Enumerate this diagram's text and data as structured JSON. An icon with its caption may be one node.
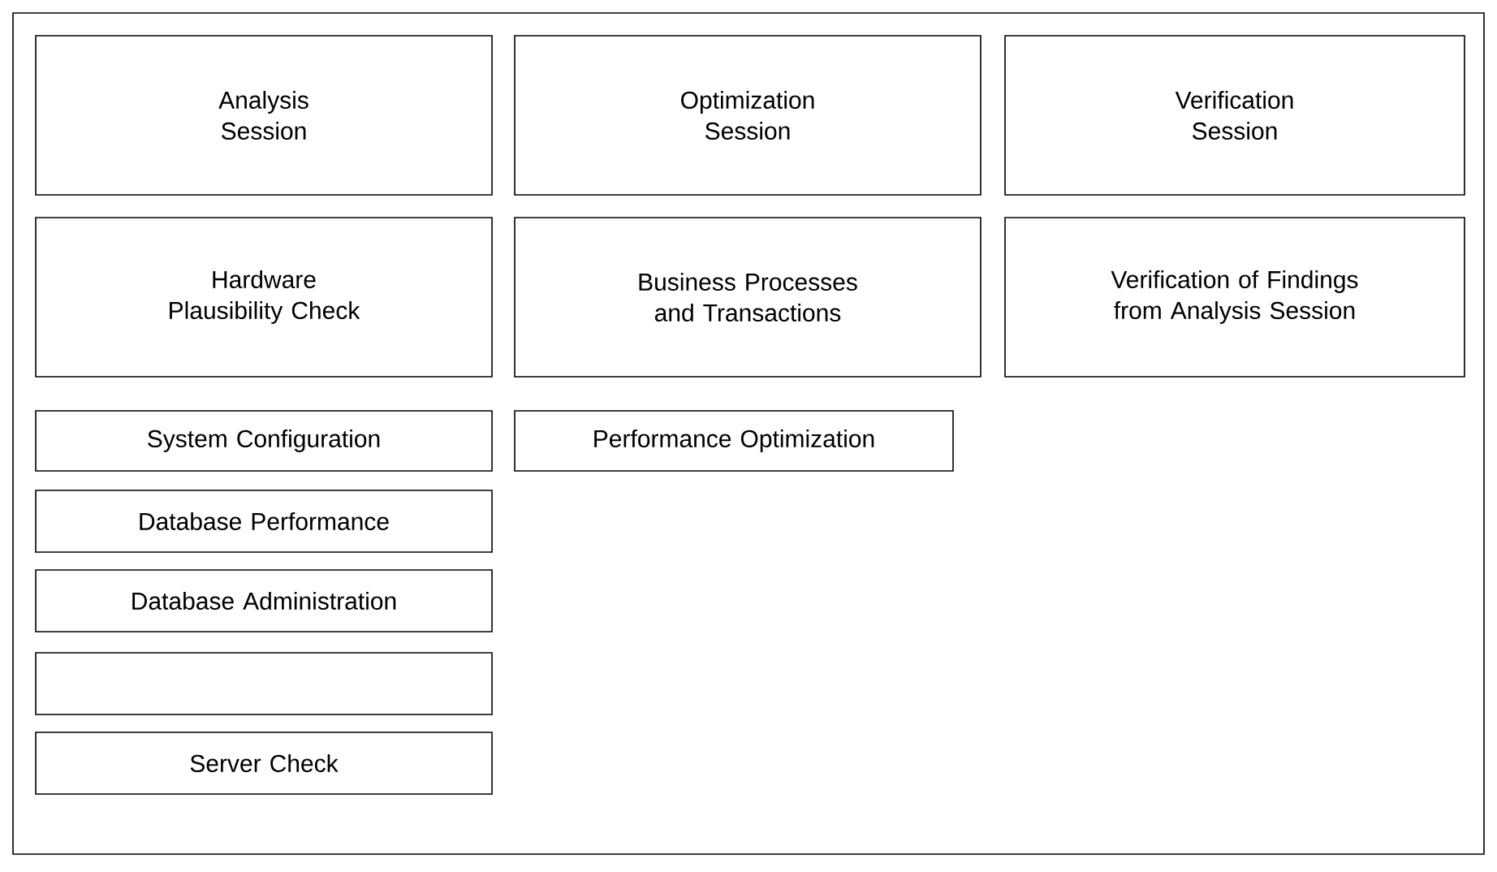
{
  "diagram": {
    "nodes": [
      {
        "text": [
          "Analysis Session"
        ]
      },
      {
        "text": [
          "Optimization Session"
        ]
      },
      {
        "text": [
          "Verification Session"
        ]
      },
      {
        "text": [
          "Hardware Plausibility Check"
        ]
      },
      {
        "text": [
          "Business Processes and Transactions"
        ]
      },
      {
        "text": [
          "Verification of Findings from Analysis Session"
        ]
      },
      {
        "text": [
          "System Configuration"
        ]
      },
      {
        "text": [
          "Performance Optimization"
        ]
      },
      {
        "text": [
          "Database Performance"
        ]
      },
      {
        "text": [
          "Database Administration"
        ]
      },
      {
        "text": [],
        "shape": "box"
      },
      {
        "text": [
          "Server Check"
        ]
      }
    ]
  }
}
